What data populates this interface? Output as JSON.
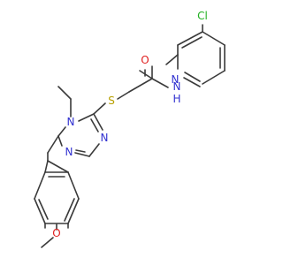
{
  "colors": {
    "bond": "#3a3a3a",
    "carbon": "#3a3a3a",
    "nitrogen": "#3030d0",
    "oxygen": "#e02020",
    "sulfur": "#b8a000",
    "chlorine": "#20b020",
    "background": "#ffffff"
  },
  "atoms": {
    "cl": "Cl",
    "o_carbonyl": "O",
    "nh_n": "N",
    "nh_h": "H",
    "n_pyridine": "N",
    "s": "S",
    "n_triazole_4": "N",
    "n_triazole_2": "N",
    "n_triazole_1": "N",
    "o_methoxy": "O"
  }
}
